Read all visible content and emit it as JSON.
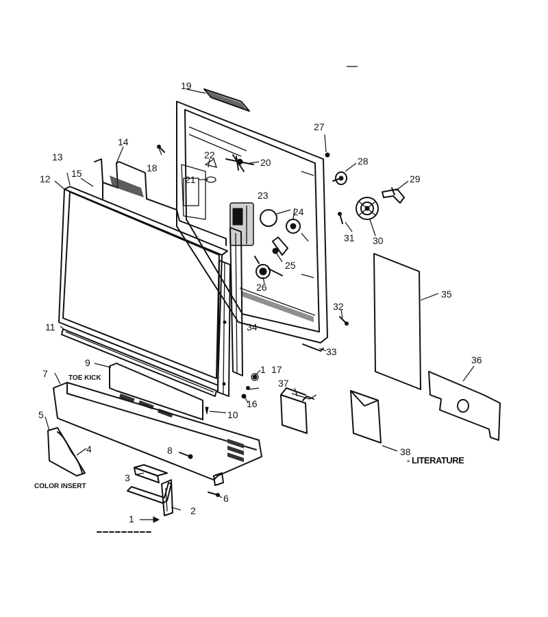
{
  "callouts": {
    "n1": "1",
    "n1b": "1",
    "n2": "2",
    "n3": "3",
    "n4": "4",
    "n5": "5",
    "n6": "6",
    "n7": "7",
    "n8": "8",
    "n9": "9",
    "n10": "10",
    "n11": "11",
    "n12": "12",
    "n13": "13",
    "n14": "14",
    "n15": "15",
    "n16": "16",
    "n17": "17",
    "n18": "18",
    "n19": "19",
    "n20": "20",
    "n21": "21",
    "n22": "22",
    "n23": "23",
    "n24": "24",
    "n25": "25",
    "n26": "26",
    "n27": "27",
    "n28": "28",
    "n29": "29",
    "n30": "30",
    "n31": "31",
    "n32": "32",
    "n33": "33",
    "n34": "34",
    "n35": "35",
    "n36": "36",
    "n37": "37",
    "n38": "38"
  },
  "labels": {
    "toe_kick": "TOE KICK",
    "color_insert": "COLOR INSERT",
    "literature": "- LITERATURE"
  }
}
